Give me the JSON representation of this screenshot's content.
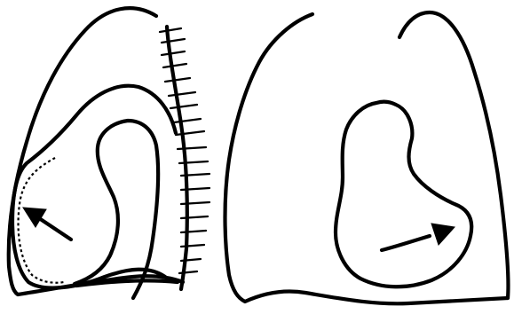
{
  "figure": {
    "panels": [
      {
        "id": "left-panel",
        "elements": [
          "lung-outline",
          "spine",
          "enlarged-heart-silhouette",
          "aortic-contour",
          "dashed-pericardial-border",
          "arrow-pointing-up-left"
        ]
      },
      {
        "id": "right-panel",
        "elements": [
          "lung-outline",
          "heart-silhouette",
          "arrow-pointing-right"
        ]
      }
    ],
    "stroke_color": "#000000",
    "background_color": "#ffffff"
  }
}
